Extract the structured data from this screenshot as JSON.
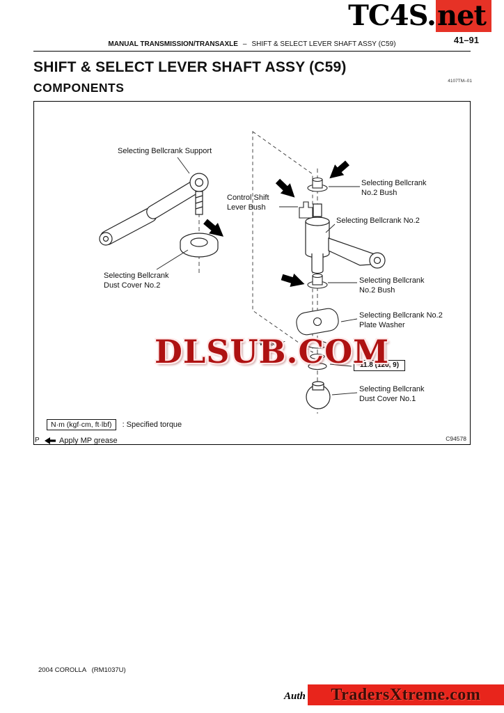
{
  "watermarks": {
    "site_logo_main": "TC4S.",
    "site_logo_suffix": "net",
    "center": "DLSUB.COM",
    "footer_partial": "Auth",
    "footer_banner": "TradersXtreme.com"
  },
  "page": {
    "number": "41–91",
    "header_section": "MANUAL TRANSMISSION/TRANSAXLE",
    "header_separator": "–",
    "header_subsection": "SHIFT & SELECT LEVER SHAFT ASSY (C59)",
    "title": "SHIFT & SELECT LEVER SHAFT ASSY (C59)",
    "doc_code": "4107TM–01",
    "subtitle": "COMPONENTS",
    "footer_model": "2004 COROLLA   (RM1037U)"
  },
  "diagram": {
    "labels": {
      "support": "Selecting Bellcrank Support",
      "control_shift_lever_bush": "Control Shift Lever Bush",
      "bush_upper": "Selecting Bellcrank No.2 Bush",
      "bellcrank_no2": "Selecting Bellcrank No.2",
      "dust_cover_no2": "Selecting Bellcrank Dust Cover No.2",
      "bush_lower": "Selecting Bellcrank No.2 Bush",
      "plate_washer": "Selecting Bellcrank No.2 Plate Washer",
      "washer_partial": "Washer",
      "dust_cover_no1": "Selecting Bellcrank Dust Cover No.1"
    },
    "torque_value": "11.8 (120, 9)",
    "legend": {
      "torque_unit_box": "N·m (kgf·cm, ft·lbf)",
      "torque_caption": ": Specified torque",
      "grease_caption": "Apply MP grease"
    },
    "figure_code": "C94578",
    "edge_mark": "P"
  }
}
